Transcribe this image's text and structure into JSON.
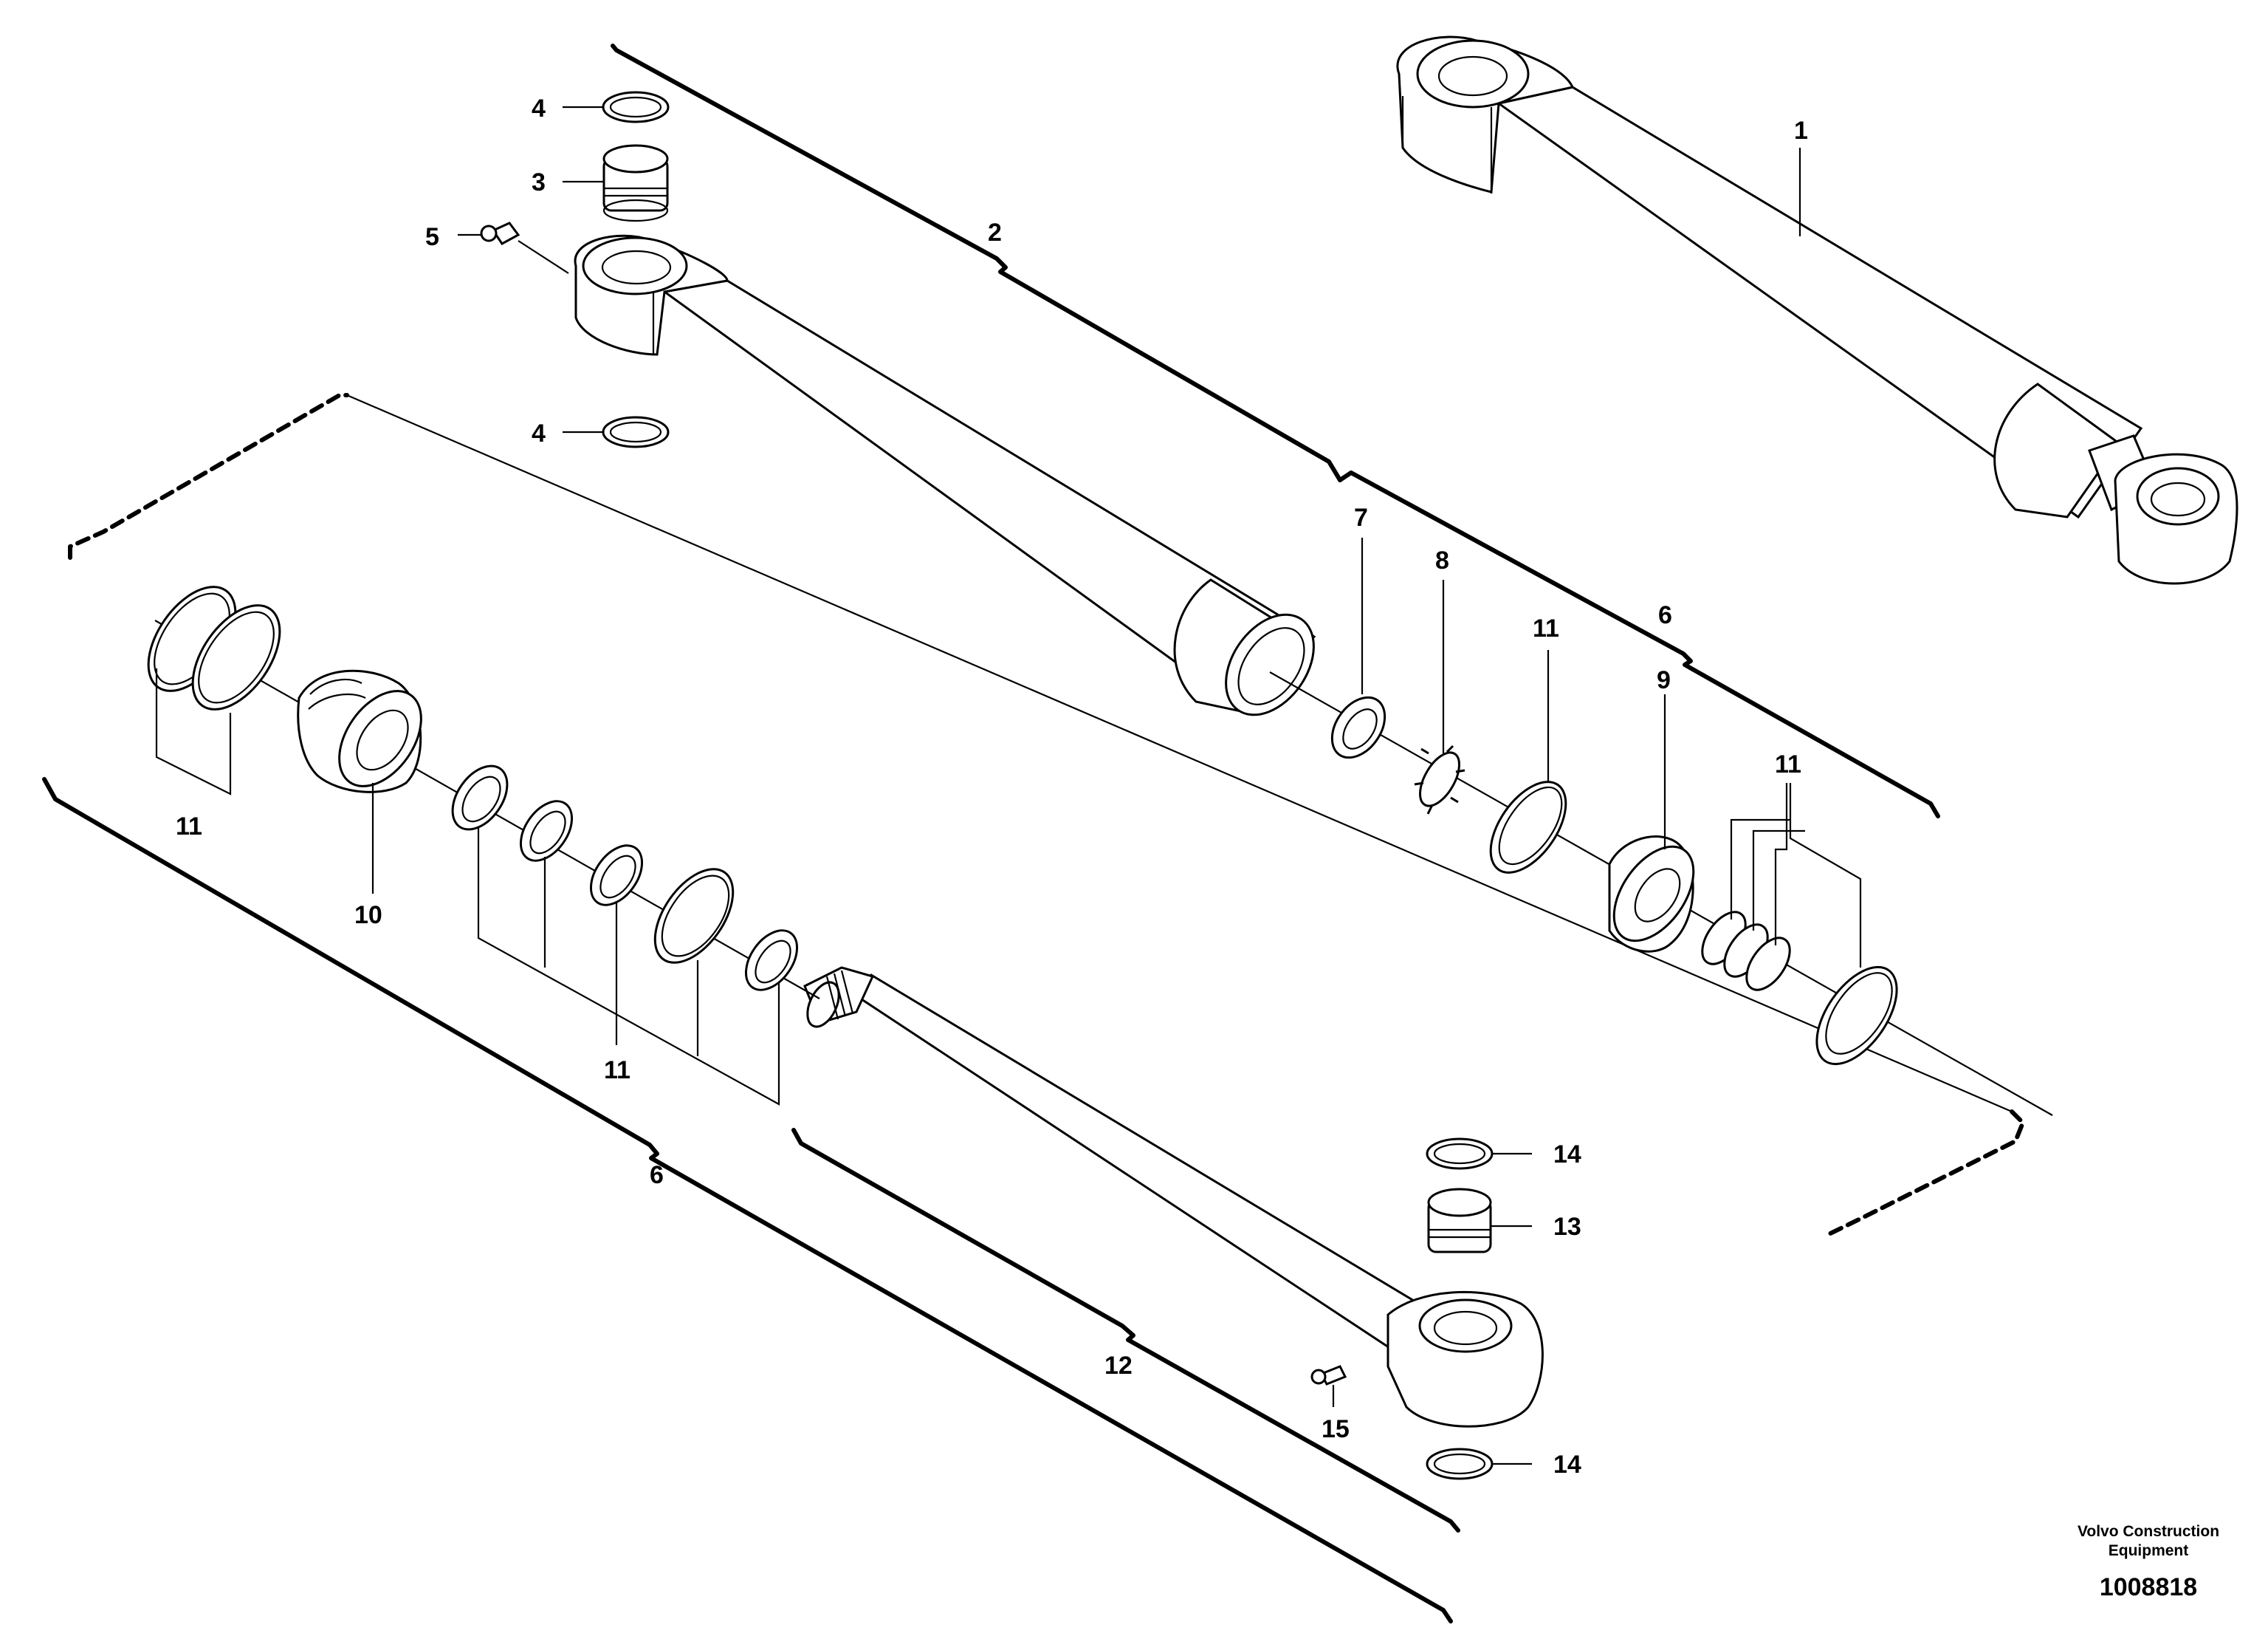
{
  "callouts": {
    "c1": "1",
    "c2": "2",
    "c3": "3",
    "c4_top": "4",
    "c4_bottom": "4",
    "c5": "5",
    "c6_right": "6",
    "c6_left": "6",
    "c7": "7",
    "c8": "8",
    "c9": "9",
    "c10": "10",
    "c11_ring": "11",
    "c11_right": "11",
    "c11_left": "11",
    "c11_mid": "11",
    "c12": "12",
    "c13": "13",
    "c14_top": "14",
    "c14_bottom": "14",
    "c15": "15"
  },
  "footer": {
    "credit_line1": "Volvo Construction",
    "credit_line2": "Equipment",
    "doc_number": "1008818"
  }
}
